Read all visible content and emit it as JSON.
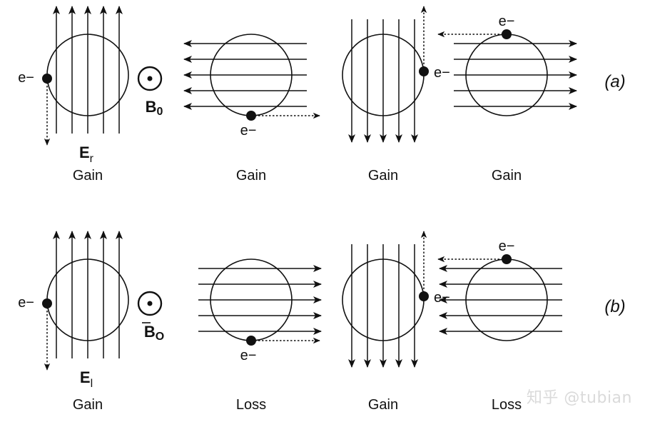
{
  "rows": [
    {
      "id": "a",
      "label": "(a)",
      "field_symbol": "E",
      "field_subscript": "r",
      "b_symbol": "B",
      "b_subscript": "0",
      "electron": "e−",
      "panels": [
        {
          "field_dir": "up",
          "result": "Gain"
        },
        {
          "field_dir": "left",
          "result": "Gain"
        },
        {
          "field_dir": "down",
          "result": "Gain"
        },
        {
          "field_dir": "right",
          "result": "Gain"
        }
      ]
    },
    {
      "id": "b",
      "label": "(b)",
      "field_symbol": "E",
      "field_subscript": "l",
      "b_symbol": "B",
      "b_subscript": "O",
      "electron": "e−",
      "panels": [
        {
          "field_dir": "up",
          "result": "Gain"
        },
        {
          "field_dir": "right",
          "result": "Loss"
        },
        {
          "field_dir": "down",
          "result": "Gain"
        },
        {
          "field_dir": "left",
          "result": "Loss"
        }
      ]
    }
  ],
  "watermark": "知乎 @tubian"
}
